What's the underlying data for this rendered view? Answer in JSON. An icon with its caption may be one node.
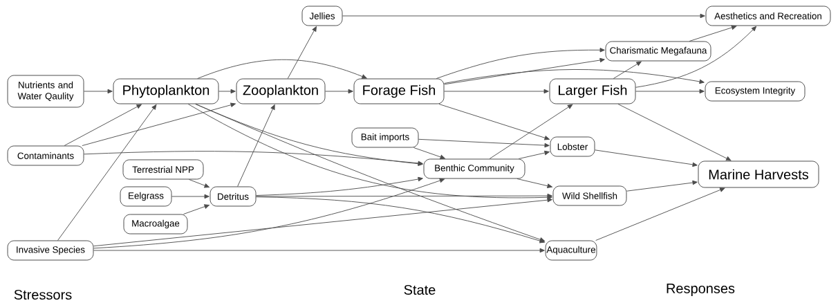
{
  "diagram": {
    "nodes": [
      {
        "text": [
          "Nutrients and Water Qaulity"
        ]
      },
      {
        "text": [
          "Phytoplankton"
        ]
      },
      {
        "text": [
          "Zooplankton"
        ]
      },
      {
        "text": [
          "Jellies"
        ]
      },
      {
        "text": [
          "Forage Fish"
        ]
      },
      {
        "text": [
          "Larger Fish"
        ]
      },
      {
        "text": [
          "Aesthetics and Recreation"
        ]
      },
      {
        "text": [
          "Charismatic Megafauna"
        ]
      },
      {
        "text": [
          "Ecosystem Integrity"
        ]
      },
      {
        "text": [
          "Contaminants"
        ]
      },
      {
        "text": [
          "Bait imports"
        ]
      },
      {
        "text": [
          "Lobster"
        ]
      },
      {
        "text": [
          "Terrestrial NPP"
        ]
      },
      {
        "text": [
          "Benthic Community"
        ]
      },
      {
        "text": [
          "Marine Harvests"
        ]
      },
      {
        "text": [
          "Eelgrass"
        ]
      },
      {
        "text": [
          "Detritus"
        ]
      },
      {
        "text": [
          "Wild Shellfish"
        ]
      },
      {
        "text": [
          "Macroalgae"
        ]
      },
      {
        "text": [
          "Invasive Species"
        ]
      },
      {
        "text": [
          "Aquaculture"
        ]
      }
    ],
    "edges": [
      {
        "from": 0,
        "to": 1,
        "arrow": "to"
      },
      {
        "from": 1,
        "to": 2,
        "arrow": "to"
      },
      {
        "from": 1,
        "to": 4,
        "arrow": "to"
      },
      {
        "from": 2,
        "to": 4,
        "arrow": "to"
      },
      {
        "from": 2,
        "to": 3,
        "arrow": "to"
      },
      {
        "from": 3,
        "to": 6,
        "arrow": "to"
      },
      {
        "from": 4,
        "to": 5,
        "arrow": "to"
      },
      {
        "from": 4,
        "to": 7,
        "arrow": "to"
      },
      {
        "from": 4,
        "to": 7,
        "arrow": "to"
      },
      {
        "from": 4,
        "to": 8,
        "arrow": "to"
      },
      {
        "from": 4,
        "to": 11,
        "arrow": "to"
      },
      {
        "from": 5,
        "to": 7,
        "arrow": "to"
      },
      {
        "from": 5,
        "to": 6,
        "arrow": "to"
      },
      {
        "from": 5,
        "to": 8,
        "arrow": "to"
      },
      {
        "from": 5,
        "to": 14,
        "arrow": "to"
      },
      {
        "from": 7,
        "to": 6,
        "arrow": "to"
      },
      {
        "from": 9,
        "to": 1,
        "arrow": "to"
      },
      {
        "from": 9,
        "to": 2,
        "arrow": "to"
      },
      {
        "from": 9,
        "to": 13,
        "arrow": "to"
      },
      {
        "from": 19,
        "to": 1,
        "arrow": "to"
      },
      {
        "from": 19,
        "to": 13,
        "arrow": "to"
      },
      {
        "from": 19,
        "to": 17,
        "arrow": "to"
      },
      {
        "from": 19,
        "to": 20,
        "arrow": "to"
      },
      {
        "from": 12,
        "to": 16,
        "arrow": "to"
      },
      {
        "from": 15,
        "to": 16,
        "arrow": "to"
      },
      {
        "from": 18,
        "to": 16,
        "arrow": "to"
      },
      {
        "from": 16,
        "to": 2,
        "arrow": "to"
      },
      {
        "from": 16,
        "to": 17,
        "arrow": "to"
      },
      {
        "from": 16,
        "to": 13,
        "arrow": "to"
      },
      {
        "from": 16,
        "to": 20,
        "arrow": "to"
      },
      {
        "from": 1,
        "to": 13,
        "arrow": "to"
      },
      {
        "from": 1,
        "to": 17,
        "arrow": "to"
      },
      {
        "from": 1,
        "to": 20,
        "arrow": "to"
      },
      {
        "from": 10,
        "to": 11,
        "arrow": "to"
      },
      {
        "from": 10,
        "to": 13,
        "arrow": "to"
      },
      {
        "from": 13,
        "to": 11,
        "arrow": "to"
      },
      {
        "from": 13,
        "to": 5,
        "arrow": "to"
      },
      {
        "from": 13,
        "to": 17,
        "arrow": "to"
      },
      {
        "from": 11,
        "to": 14,
        "arrow": "to"
      },
      {
        "from": 17,
        "to": 14,
        "arrow": "to"
      },
      {
        "from": 20,
        "to": 14,
        "arrow": "to"
      }
    ],
    "labels": [
      "Stressors",
      "State",
      "Responses"
    ]
  }
}
